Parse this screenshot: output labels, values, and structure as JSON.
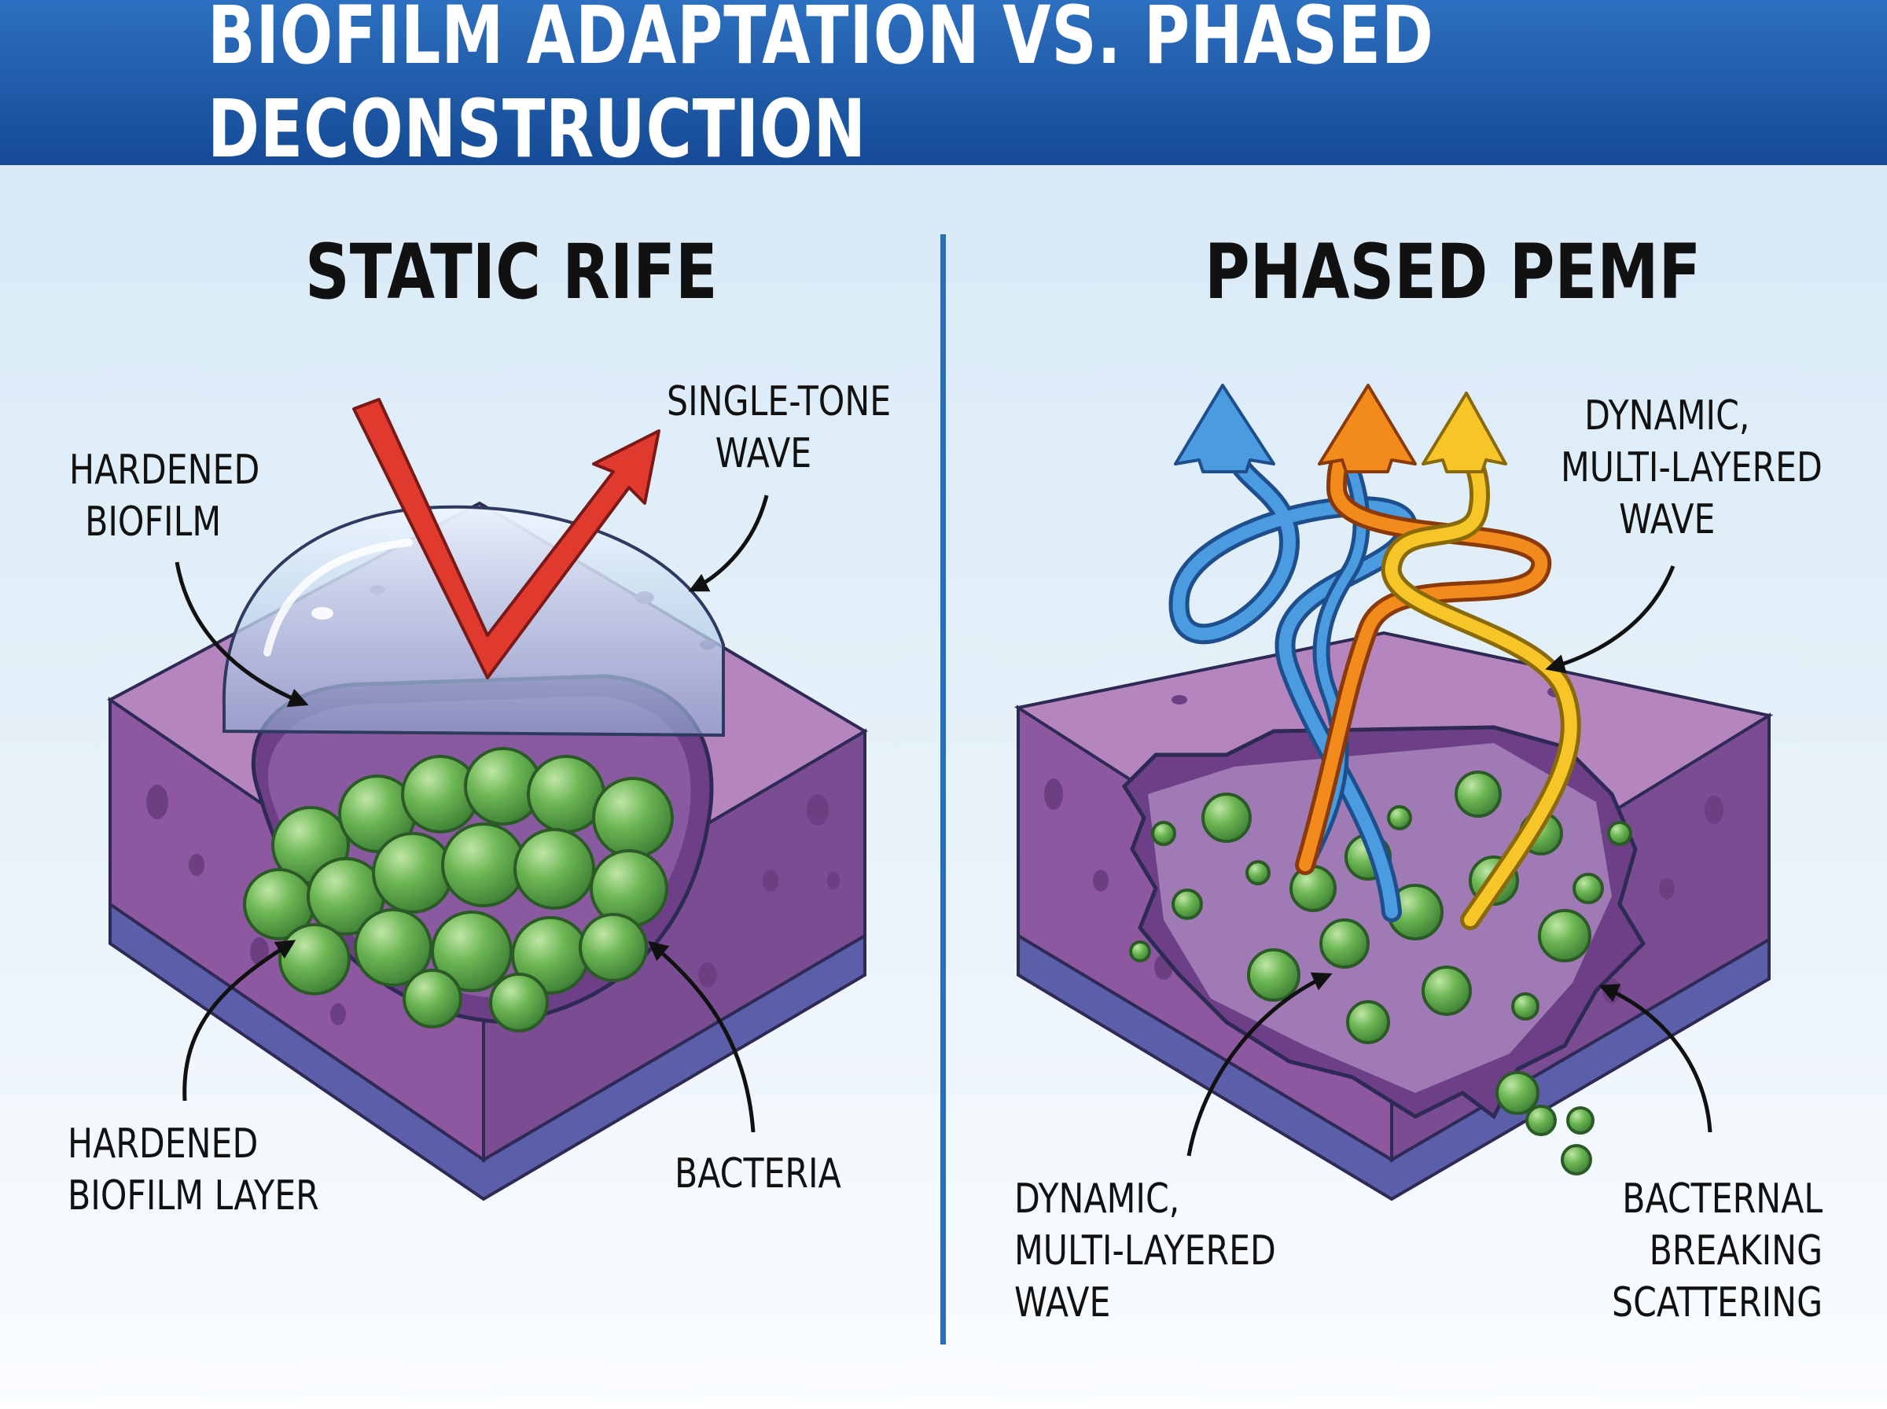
{
  "title": "BIOFILM ADAPTATION VS. PHASED DECONSTRUCTION",
  "left_panel": {
    "heading": "STATIC RIFE",
    "labels": {
      "hardened_biofilm": [
        "HARDENED",
        "BIOFILM"
      ],
      "single_tone_wave": [
        "SINGLE-TONE",
        "WAVE"
      ],
      "hardened_biofilm_layer": [
        "HARDENED",
        "BIOFILM LAYER"
      ],
      "bacteria": "BACTERIA"
    }
  },
  "right_panel": {
    "heading": "PHASED PEMF",
    "labels": {
      "dynamic_wave_top": [
        "DYNAMIC,",
        "MULTI-LAYERED",
        "WAVE"
      ],
      "dynamic_wave_bottom": [
        "DYNAMIC,",
        "MULTI-LAYERED",
        "WAVE"
      ],
      "bacternal": [
        "BACTERNAL",
        "BREAKING",
        "SCATTERING"
      ]
    }
  },
  "colors": {
    "header_blue": "#1f5aa8",
    "divider_blue": "#2f6db3",
    "tissue_purple": "#9a62a8",
    "tissue_dark": "#6a4890",
    "base_blue": "#5b5ea8",
    "bacteria_green": "#5aa84a",
    "rife_wave_red": "#e03a2f",
    "wave_blue": "#3d8fd6",
    "wave_orange": "#f08a1c",
    "wave_yellow": "#f4c322"
  },
  "icons": [
    "single-tone-wave-arrow",
    "wave-arrow-blue",
    "wave-arrow-orange",
    "wave-arrow-yellow",
    "pointer-arrow"
  ]
}
